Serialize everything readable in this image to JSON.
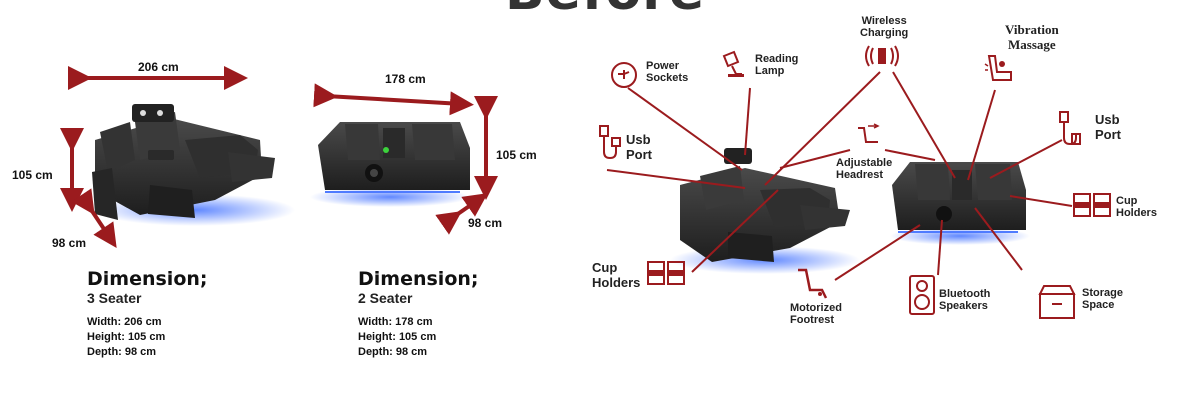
{
  "header": {
    "title": "Before"
  },
  "colors": {
    "accent": "#9b1b1e",
    "sofa": "#2b2b2b",
    "led": "#3d6bff"
  },
  "left_panel": {
    "seater3": {
      "width_label": "206 cm",
      "height_label": "105 cm",
      "depth_label": "98 cm",
      "heading": "Dimension;",
      "subheading": "3 Seater",
      "specs": [
        "Width: 206 cm",
        "Height: 105 cm",
        "Depth: 98 cm"
      ]
    },
    "seater2": {
      "width_label": "178 cm",
      "height_label": "105 cm",
      "depth_label": "98 cm",
      "heading": "Dimension;",
      "subheading": "2 Seater",
      "specs": [
        "Width: 178 cm",
        "Height: 105 cm",
        "Depth: 98 cm"
      ]
    }
  },
  "features": {
    "power_sockets": {
      "label": [
        "Power",
        "Sockets"
      ],
      "icon": "power-socket-icon"
    },
    "reading_lamp": {
      "label": [
        "Reading",
        "Lamp"
      ],
      "icon": "lamp-icon"
    },
    "wireless_charging": {
      "label": [
        "Wireless",
        "Charging"
      ],
      "icon": "wireless-icon"
    },
    "vibration_massage": {
      "label": [
        "Vibration",
        "Massage"
      ],
      "icon": "massage-chair-icon"
    },
    "usb_port_left": {
      "label": [
        "Usb",
        "Port"
      ],
      "icon": "usb-cable-icon"
    },
    "usb_port_right": {
      "label": [
        "Usb",
        "Port"
      ],
      "icon": "usb-cable-icon"
    },
    "adjustable_headrest": {
      "label": [
        "Adjustable",
        "Headrest"
      ],
      "icon": "headrest-icon"
    },
    "cup_holders_left": {
      "label": [
        "Cup",
        "Holders"
      ],
      "icon": "cup-holder-icon"
    },
    "cup_holders_right": {
      "label": [
        "Cup",
        "Holders"
      ],
      "icon": "cup-holder-icon"
    },
    "motorized_footrest": {
      "label": [
        "Motorized",
        "Footrest"
      ],
      "icon": "recliner-icon"
    },
    "bluetooth_speakers": {
      "label": [
        "Bluetooth",
        "Speakers"
      ],
      "icon": "speaker-icon"
    },
    "storage_space": {
      "label": [
        "Storage",
        "Space"
      ],
      "icon": "drawer-icon"
    }
  }
}
